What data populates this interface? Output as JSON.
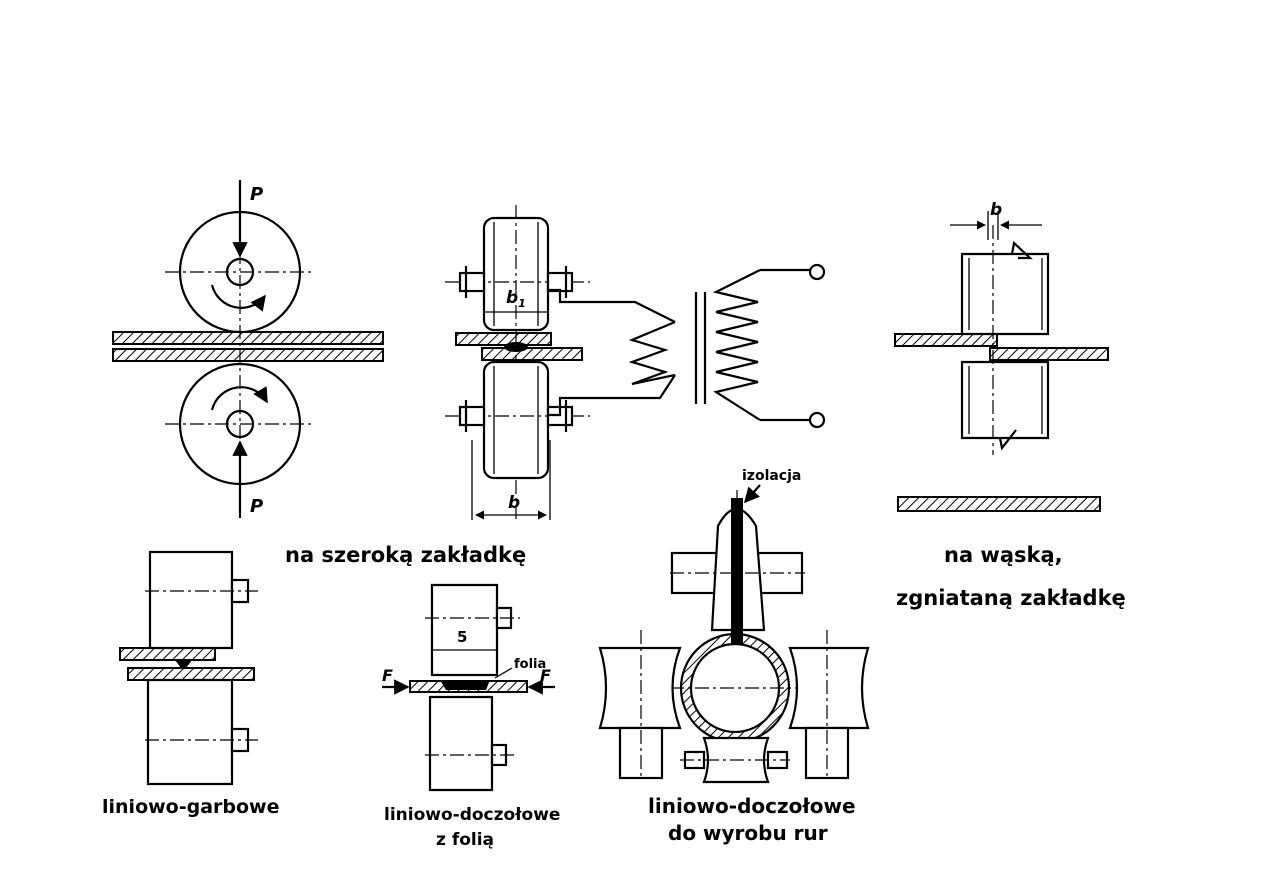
{
  "captions": {
    "wide_lap": "na szeroką zakładkę",
    "narrow_lap_1": "na wąską,",
    "narrow_lap_2": "zgniataną zakładkę",
    "projection": "liniowo-garbowe",
    "butt_foil_1": "liniowo-doczołowe",
    "butt_foil_2": "z folią",
    "pipe_1": "liniowo-doczołowe",
    "pipe_2": "do wyrobu rur"
  },
  "labels": {
    "force_top": "P",
    "force_bottom": "P",
    "b1": "b1",
    "b1_main": "b",
    "b1_sub": "1",
    "b_wide": "b",
    "b_narrow": "b",
    "insulation": "izolacja",
    "foil": "folia",
    "electrode_5": "5",
    "force_left": "F",
    "force_right": "F"
  },
  "colors": {
    "ink": "#000000",
    "paper": "#ffffff"
  }
}
